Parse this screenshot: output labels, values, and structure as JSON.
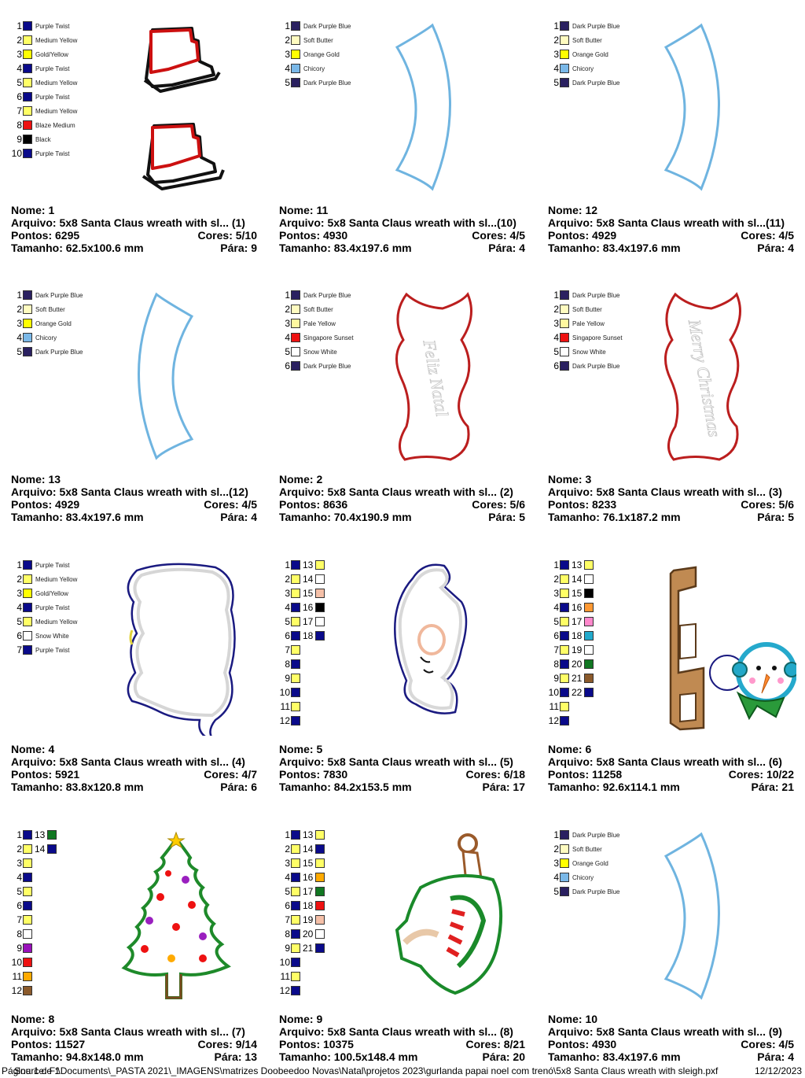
{
  "labels": {
    "nome": "Nome: ",
    "arquivo": "Arquivo: ",
    "pontos": "Pontos: ",
    "cores": "Cores: ",
    "tamanho": "Tamanho: ",
    "para": "Pára: "
  },
  "colors": {
    "navy": "#0a0a8a",
    "dpb": "#2a2060",
    "yellow": "#ffff66",
    "softbutter": "#fffcc0",
    "gold": "#ffff00",
    "chicory": "#7ab8e8",
    "white": "#ffffff",
    "red": "#ee1111",
    "black": "#000000",
    "pale": "#fff8a0",
    "peach": "#f5c0a8",
    "orange": "#ff9933",
    "pink": "#ff88cc",
    "teal": "#22aacc",
    "green": "#117722",
    "brown": "#8b5a2b",
    "purple": "#9911bb",
    "amber": "#ffaa00"
  },
  "cells": [
    {
      "nome": "1",
      "arquivo": "5x8 Santa Claus wreath with sl... (1)",
      "pontos": "6295",
      "cores": "5/10",
      "tamanho": "62.5x100.6 mm",
      "para": "9",
      "art": "skate",
      "swatches": [
        {
          "n": "1",
          "c": "navy",
          "name": "Purple Twist"
        },
        {
          "n": "2",
          "c": "yellow",
          "name": "Medium Yellow"
        },
        {
          "n": "3",
          "c": "gold",
          "name": "Gold/Yellow"
        },
        {
          "n": "4",
          "c": "navy",
          "name": "Purple Twist"
        },
        {
          "n": "5",
          "c": "yellow",
          "name": "Medium Yellow"
        },
        {
          "n": "6",
          "c": "navy",
          "name": "Purple Twist"
        },
        {
          "n": "7",
          "c": "yellow",
          "name": "Medium Yellow"
        },
        {
          "n": "8",
          "c": "red",
          "name": "Blaze Medium"
        },
        {
          "n": "9",
          "c": "black",
          "name": "Black"
        },
        {
          "n": "10",
          "c": "navy",
          "name": "Purple Twist"
        }
      ]
    },
    {
      "nome": "11",
      "arquivo": "5x8 Santa Claus wreath with sl...(10)",
      "pontos": "4930",
      "cores": "4/5",
      "tamanho": "83.4x197.6 mm",
      "para": "4",
      "art": "arcR",
      "swatches": [
        {
          "n": "1",
          "c": "dpb",
          "name": "Dark Purple Blue"
        },
        {
          "n": "2",
          "c": "softbutter",
          "name": "Soft Butter"
        },
        {
          "n": "3",
          "c": "gold",
          "name": "Orange Gold"
        },
        {
          "n": "4",
          "c": "chicory",
          "name": "Chicory"
        },
        {
          "n": "5",
          "c": "dpb",
          "name": "Dark Purple Blue"
        }
      ]
    },
    {
      "nome": "12",
      "arquivo": "5x8 Santa Claus wreath with sl...(11)",
      "pontos": "4929",
      "cores": "4/5",
      "tamanho": "83.4x197.6 mm",
      "para": "4",
      "art": "arcR",
      "swatches": [
        {
          "n": "1",
          "c": "dpb",
          "name": "Dark Purple Blue"
        },
        {
          "n": "2",
          "c": "softbutter",
          "name": "Soft Butter"
        },
        {
          "n": "3",
          "c": "gold",
          "name": "Orange Gold"
        },
        {
          "n": "4",
          "c": "chicory",
          "name": "Chicory"
        },
        {
          "n": "5",
          "c": "dpb",
          "name": "Dark Purple Blue"
        }
      ]
    },
    {
      "nome": "13",
      "arquivo": "5x8 Santa Claus wreath with sl...(12)",
      "pontos": "4929",
      "cores": "4/5",
      "tamanho": "83.4x197.6 mm",
      "para": "4",
      "art": "arcL",
      "swatches": [
        {
          "n": "1",
          "c": "dpb",
          "name": "Dark Purple Blue"
        },
        {
          "n": "2",
          "c": "softbutter",
          "name": "Soft Butter"
        },
        {
          "n": "3",
          "c": "gold",
          "name": "Orange Gold"
        },
        {
          "n": "4",
          "c": "chicory",
          "name": "Chicory"
        },
        {
          "n": "5",
          "c": "dpb",
          "name": "Dark Purple Blue"
        }
      ]
    },
    {
      "nome": "2",
      "arquivo": "5x8 Santa Claus wreath with sl... (2)",
      "pontos": "8636",
      "cores": "5/6",
      "tamanho": "70.4x190.9 mm",
      "para": "5",
      "art": "banner",
      "banner_text": "Feliz Natal",
      "swatches": [
        {
          "n": "1",
          "c": "dpb",
          "name": "Dark Purple Blue"
        },
        {
          "n": "2",
          "c": "softbutter",
          "name": "Soft Butter"
        },
        {
          "n": "3",
          "c": "pale",
          "name": "Pale Yellow"
        },
        {
          "n": "4",
          "c": "red",
          "name": "Singapore Sunset"
        },
        {
          "n": "5",
          "c": "white",
          "name": "Snow White"
        },
        {
          "n": "6",
          "c": "dpb",
          "name": "Dark Purple Blue"
        }
      ]
    },
    {
      "nome": "3",
      "arquivo": "5x8 Santa Claus wreath with sl... (3)",
      "pontos": "8233",
      "cores": "5/6",
      "tamanho": "76.1x187.2 mm",
      "para": "5",
      "art": "banner",
      "banner_text": "Merry Christmas",
      "swatches": [
        {
          "n": "1",
          "c": "dpb",
          "name": "Dark Purple Blue"
        },
        {
          "n": "2",
          "c": "softbutter",
          "name": "Soft Butter"
        },
        {
          "n": "3",
          "c": "pale",
          "name": "Pale Yellow"
        },
        {
          "n": "4",
          "c": "red",
          "name": "Singapore Sunset"
        },
        {
          "n": "5",
          "c": "white",
          "name": "Snow White"
        },
        {
          "n": "6",
          "c": "dpb",
          "name": "Dark Purple Blue"
        }
      ]
    },
    {
      "nome": "4",
      "arquivo": "5x8 Santa Claus wreath with sl... (4)",
      "pontos": "5921",
      "cores": "4/7",
      "tamanho": "83.8x120.8 mm",
      "para": "6",
      "art": "beard",
      "swatches": [
        {
          "n": "1",
          "c": "navy",
          "name": "Purple Twist"
        },
        {
          "n": "2",
          "c": "yellow",
          "name": "Medium Yellow"
        },
        {
          "n": "3",
          "c": "gold",
          "name": "Gold/Yellow"
        },
        {
          "n": "4",
          "c": "navy",
          "name": "Purple Twist"
        },
        {
          "n": "5",
          "c": "yellow",
          "name": "Medium Yellow"
        },
        {
          "n": "6",
          "c": "white",
          "name": "Snow White"
        },
        {
          "n": "7",
          "c": "navy",
          "name": "Purple Twist"
        }
      ]
    },
    {
      "nome": "5",
      "arquivo": "5x8 Santa Claus wreath with sl... (5)",
      "pontos": "7830",
      "cores": "6/18",
      "tamanho": "84.2x153.5 mm",
      "para": "17",
      "art": "face",
      "swatches": [
        {
          "n": "1",
          "c": "navy",
          "n2": "13",
          "c2": "yellow"
        },
        {
          "n": "2",
          "c": "yellow",
          "n2": "14",
          "c2": "white"
        },
        {
          "n": "3",
          "c": "yellow",
          "n2": "15",
          "c2": "peach"
        },
        {
          "n": "4",
          "c": "navy",
          "n2": "16",
          "c2": "black"
        },
        {
          "n": "5",
          "c": "yellow",
          "n2": "17",
          "c2": "white"
        },
        {
          "n": "6",
          "c": "navy",
          "n2": "18",
          "c2": "navy"
        },
        {
          "n": "7",
          "c": "yellow"
        },
        {
          "n": "8",
          "c": "navy"
        },
        {
          "n": "9",
          "c": "yellow"
        },
        {
          "n": "10",
          "c": "navy"
        },
        {
          "n": "11",
          "c": "yellow"
        },
        {
          "n": "12",
          "c": "navy"
        }
      ]
    },
    {
      "nome": "6",
      "arquivo": "5x8 Santa Claus wreath with sl... (6)",
      "pontos": "11258",
      "cores": "10/22",
      "tamanho": "92.6x114.1 mm",
      "para": "21",
      "art": "snowman",
      "swatches": [
        {
          "n": "1",
          "c": "navy",
          "n2": "13",
          "c2": "yellow"
        },
        {
          "n": "2",
          "c": "yellow",
          "n2": "14",
          "c2": "white"
        },
        {
          "n": "3",
          "c": "yellow",
          "n2": "15",
          "c2": "black"
        },
        {
          "n": "4",
          "c": "navy",
          "n2": "16",
          "c2": "orange"
        },
        {
          "n": "5",
          "c": "yellow",
          "n2": "17",
          "c2": "pink"
        },
        {
          "n": "6",
          "c": "navy",
          "n2": "18",
          "c2": "teal"
        },
        {
          "n": "7",
          "c": "yellow",
          "n2": "19",
          "c2": "white"
        },
        {
          "n": "8",
          "c": "navy",
          "n2": "20",
          "c2": "green"
        },
        {
          "n": "9",
          "c": "yellow",
          "n2": "21",
          "c2": "brown"
        },
        {
          "n": "10",
          "c": "navy",
          "n2": "22",
          "c2": "navy"
        },
        {
          "n": "11",
          "c": "yellow"
        },
        {
          "n": "12",
          "c": "navy"
        }
      ]
    },
    {
      "nome": "8",
      "arquivo": "5x8 Santa Claus wreath with sl... (7)",
      "pontos": "11527",
      "cores": "9/14",
      "tamanho": "94.8x148.0 mm",
      "para": "13",
      "art": "tree",
      "swatches": [
        {
          "n": "1",
          "c": "navy",
          "n2": "13",
          "c2": "green"
        },
        {
          "n": "2",
          "c": "yellow",
          "n2": "14",
          "c2": "navy"
        },
        {
          "n": "3",
          "c": "yellow"
        },
        {
          "n": "4",
          "c": "navy"
        },
        {
          "n": "5",
          "c": "yellow"
        },
        {
          "n": "6",
          "c": "navy"
        },
        {
          "n": "7",
          "c": "yellow"
        },
        {
          "n": "8",
          "c": "white"
        },
        {
          "n": "9",
          "c": "purple"
        },
        {
          "n": "10",
          "c": "red"
        },
        {
          "n": "11",
          "c": "amber"
        },
        {
          "n": "12",
          "c": "brown"
        }
      ]
    },
    {
      "nome": "9",
      "arquivo": "5x8 Santa Claus wreath with sl... (8)",
      "pontos": "10375",
      "cores": "8/21",
      "tamanho": "100.5x148.4 mm",
      "para": "20",
      "art": "arm",
      "swatches": [
        {
          "n": "1",
          "c": "navy",
          "n2": "13",
          "c2": "yellow"
        },
        {
          "n": "2",
          "c": "yellow",
          "n2": "14",
          "c2": "navy"
        },
        {
          "n": "3",
          "c": "yellow",
          "n2": "15",
          "c2": "yellow"
        },
        {
          "n": "4",
          "c": "navy",
          "n2": "16",
          "c2": "amber"
        },
        {
          "n": "5",
          "c": "yellow",
          "n2": "17",
          "c2": "green"
        },
        {
          "n": "6",
          "c": "navy",
          "n2": "18",
          "c2": "red"
        },
        {
          "n": "7",
          "c": "yellow",
          "n2": "19",
          "c2": "peach"
        },
        {
          "n": "8",
          "c": "navy",
          "n2": "20",
          "c2": "white"
        },
        {
          "n": "9",
          "c": "yellow",
          "n2": "21",
          "c2": "navy"
        },
        {
          "n": "10",
          "c": "navy"
        },
        {
          "n": "11",
          "c": "yellow"
        },
        {
          "n": "12",
          "c": "navy"
        }
      ]
    },
    {
      "nome": "10",
      "arquivo": "5x8 Santa Claus wreath with sl... (9)",
      "pontos": "4930",
      "cores": "4/5",
      "tamanho": "83.4x197.6 mm",
      "para": "4",
      "art": "arcR",
      "swatches": [
        {
          "n": "1",
          "c": "dpb",
          "name": "Dark Purple Blue"
        },
        {
          "n": "2",
          "c": "softbutter",
          "name": "Soft Butter"
        },
        {
          "n": "3",
          "c": "gold",
          "name": "Orange Gold"
        },
        {
          "n": "4",
          "c": "chicory",
          "name": "Chicory"
        },
        {
          "n": "5",
          "c": "dpb",
          "name": "Dark Purple Blue"
        }
      ]
    }
  ],
  "footer": {
    "left": "Página 1 de 1",
    "path": "Source: F:\\Documents\\_PASTA 2021\\_IMAGENS\\matrizes Doobeedoo Novas\\Natal\\projetos 2023\\gurlanda papai noel com trenó\\5x8 Santa Claus wreath with sleigh.pxf",
    "date": "12/12/2023"
  }
}
